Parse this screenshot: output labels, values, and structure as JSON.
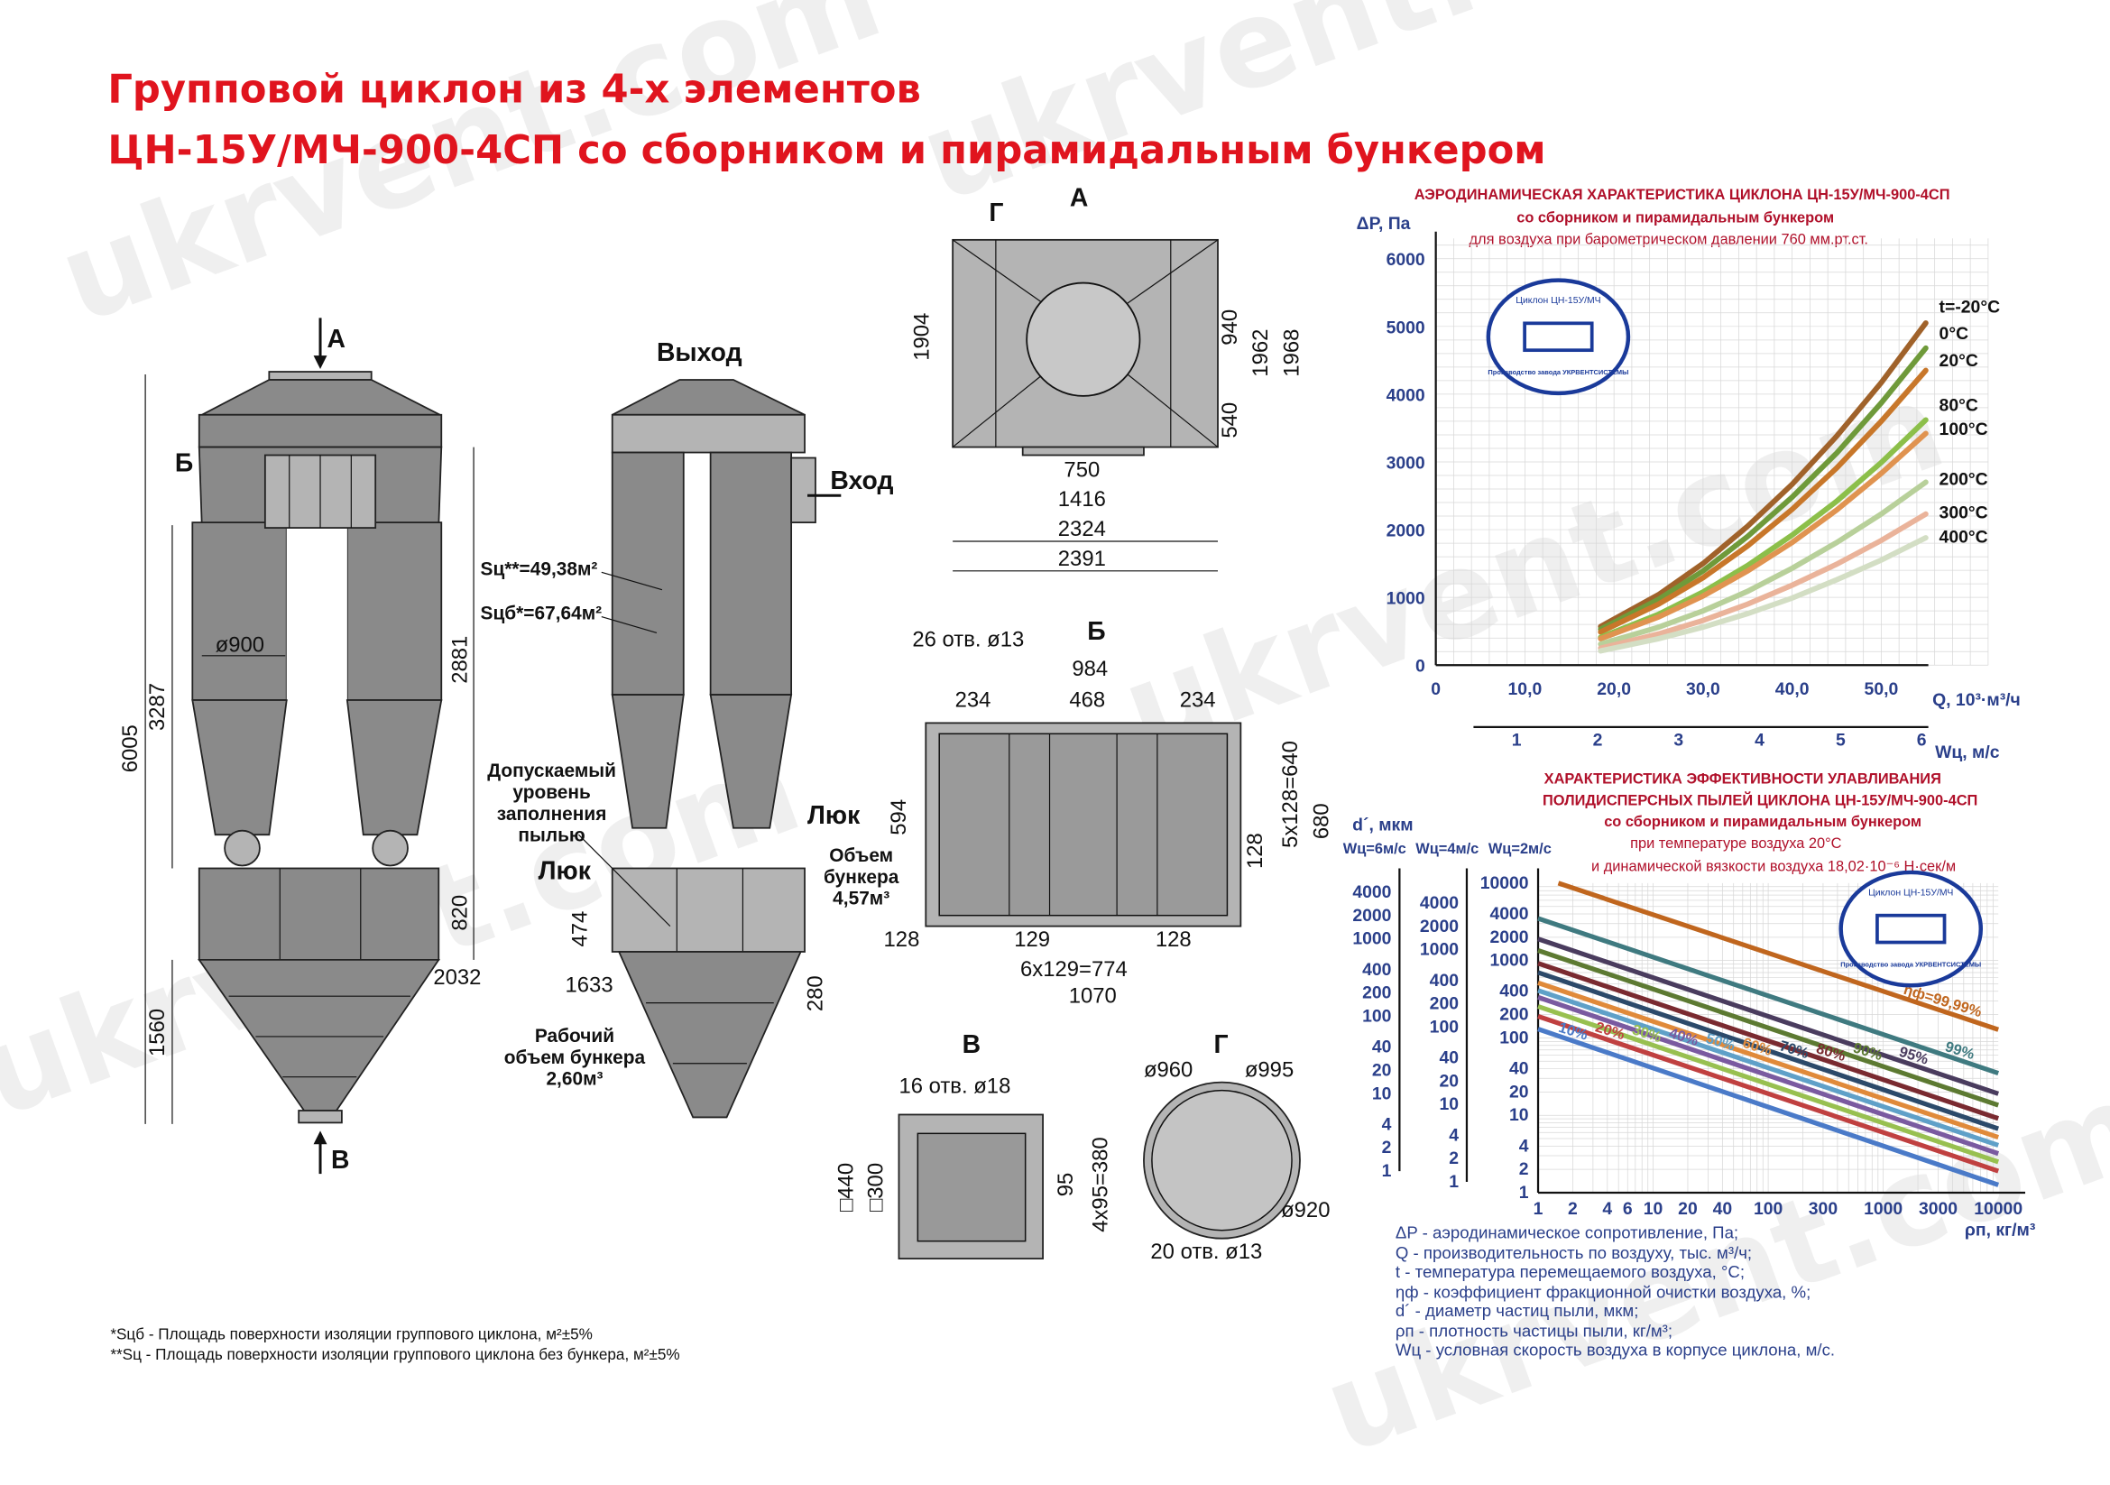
{
  "title": {
    "line1": "Групповой циклон из 4-х элементов",
    "line2": "ЦН-15У/МЧ-900-4СП со сборником и пирамидальным бункером"
  },
  "front_view": {
    "arrow_top": "А",
    "flange_mark": "Б",
    "diameter": "ø900",
    "h_total": "6005",
    "h_body": "3287",
    "h_cyl": "2881",
    "h_bunker": "820",
    "w_bunker": "2032",
    "h_pyramid": "1560",
    "arrow_bottom": "В"
  },
  "side_view": {
    "outlet": "Выход",
    "inlet": "Вход",
    "s_c": "Sц**=49,38м²",
    "s_cb": "Sцб*=67,64м²",
    "dust_level": [
      "Допускаемый",
      "уровень",
      "заполнения",
      "пылью"
    ],
    "hatch_right": "Люк",
    "hatch_left": "Люк",
    "bunker_volume": [
      "Объем",
      "бункера",
      "4,57м³"
    ],
    "h_level": "474",
    "w_pyramid": "1633",
    "h_280": "280",
    "work_volume": [
      "Рабочий",
      "объем бункера",
      "2,60м³"
    ]
  },
  "view_a": {
    "label": "А",
    "section": "Г",
    "dims": {
      "d1904": "1904",
      "d940": "940",
      "d1962": "1962",
      "d1968": "1968",
      "d540": "540",
      "d750": "750",
      "d1416": "1416",
      "d2324": "2324",
      "d2391": "2391"
    }
  },
  "view_b": {
    "label": "Б",
    "holes": "26 отв. ø13",
    "dims": {
      "d984": "984",
      "d234a": "234",
      "d468": "468",
      "d234b": "234",
      "d594": "594",
      "d640": "5x128=640",
      "d680": "680",
      "d128v": "128",
      "d128a": "128",
      "d129": "129",
      "d128b": "128",
      "d774": "6x129=774",
      "d1070": "1070"
    }
  },
  "view_v": {
    "label": "В",
    "holes": "16 отв. ø18",
    "dims": {
      "d440": "□440",
      "d300": "□300",
      "d95": "95",
      "d380": "4x95=380"
    }
  },
  "view_g": {
    "label": "Г",
    "d960": "ø960",
    "d995": "ø995",
    "d920": "ø920",
    "holes": "20 отв. ø13"
  },
  "footnotes": [
    "*Sцб - Площадь поверхности изоляции группового циклона, м²±5%",
    "**Sц - Площадь поверхности изоляции группового циклона без бункера, м²±5%"
  ],
  "legend": [
    "ΔP - аэродинамическое сопротивление, Па;",
    "Q - производительность по воздуху, тыс. м³/ч;",
    "t - температура перемещаемого воздуха, °С;",
    "ηф - коэффициент фракционной очистки воздуха, %;",
    "d´ - диаметр частиц пыли, мкм;",
    "ρп - плотность частицы пыли, кг/м³;",
    "Wц - условная скорость воздуха в корпусе циклона, м/с."
  ],
  "stamp": {
    "top": "Циклон ЦН-15У/МЧ",
    "bottom": "Производство завода УКРВЕНТСИСТЕМЫ"
  },
  "watermark": "ukrvent.com",
  "chart_data": [
    {
      "type": "line",
      "title": "АЭРОДИНАМИЧЕСКАЯ  ХАРАКТЕРИСТИКА  ЦИКЛОНА ЦН-15У/МЧ-900-4СП",
      "subtitle": "со сборником и пирамидальным бункером",
      "note": "для воздуха при барометрическом давлении 760 мм.рт.ст.",
      "xlabel": "Q, 10³·м³/ч",
      "ylabel": "ΔP, Па",
      "x2label": "Wц, м/с",
      "xlim": [
        0,
        55
      ],
      "ylim": [
        0,
        6000
      ],
      "xticks": [
        "0",
        "10,0",
        "20,0",
        "30,0",
        "40,0",
        "50,0"
      ],
      "yticks": [
        "0",
        "1000",
        "2000",
        "3000",
        "4000",
        "5000",
        "6000"
      ],
      "x2ticks": [
        "1",
        "2",
        "3",
        "4",
        "5",
        "6"
      ],
      "grid": true,
      "x": [
        18.5,
        25,
        30,
        35,
        40,
        45,
        50,
        55
      ],
      "series": [
        {
          "name": "t=-20°С",
          "color": "#a0622a",
          "values": [
            570,
            1040,
            1500,
            2050,
            2670,
            3380,
            4170,
            5050
          ]
        },
        {
          "name": "0°С",
          "color": "#6f9a3a",
          "values": [
            530,
            970,
            1390,
            1900,
            2480,
            3130,
            3870,
            4680
          ]
        },
        {
          "name": "20°С",
          "color": "#c8772a",
          "values": [
            490,
            900,
            1290,
            1760,
            2300,
            2910,
            3600,
            4350
          ]
        },
        {
          "name": "80°С",
          "color": "#8cbf4a",
          "values": [
            410,
            750,
            1080,
            1470,
            1920,
            2420,
            2990,
            3620
          ]
        },
        {
          "name": "100°С",
          "color": "#e09350",
          "values": [
            390,
            710,
            1020,
            1390,
            1810,
            2290,
            2830,
            3420
          ]
        },
        {
          "name": "200°С",
          "color": "#b8d09a",
          "values": [
            310,
            560,
            800,
            1090,
            1430,
            1810,
            2230,
            2700
          ]
        },
        {
          "name": "300°С",
          "color": "#eab39a",
          "values": [
            250,
            460,
            660,
            900,
            1180,
            1490,
            1840,
            2230
          ]
        },
        {
          "name": "400°С",
          "color": "#d3dec4",
          "values": [
            210,
            390,
            560,
            760,
            990,
            1260,
            1550,
            1880
          ]
        }
      ]
    },
    {
      "type": "line",
      "title": [
        "ХАРАКТЕРИСТИКА  ЭФФЕКТИВНОСТИ УЛАВЛИВАНИЯ",
        "ПОЛИДИСПЕРСНЫХ ПЫЛЕЙ ЦИКЛОНА ЦН-15У/МЧ-900-4СП"
      ],
      "subtitle": "со сборником и пирамидальным бункером",
      "note": [
        "при температуре воздуха 20°С",
        "и динамической вязкости воздуха  18,02·10⁻⁶ Н·сек/м"
      ],
      "xlabel": "ρп, кг/м³",
      "ylabel": "d´, мкм",
      "xscale": "log",
      "yscale": "log",
      "xlim": [
        1,
        10000
      ],
      "ylim": [
        1,
        10000
      ],
      "xticks": [
        "1",
        "2",
        "4",
        "6",
        "10",
        "20",
        "40",
        "100",
        "300",
        "1000",
        "3000",
        "10000"
      ],
      "y_axes": [
        {
          "label": "Wц=6м/с",
          "ticks": [
            "4000",
            "2000",
            "1000",
            "400",
            "200",
            "100",
            "40",
            "20",
            "10",
            "4",
            "2",
            "1"
          ]
        },
        {
          "label": "Wц=4м/с",
          "ticks": [
            "4000",
            "2000",
            "1000",
            "400",
            "200",
            "100",
            "40",
            "20",
            "10",
            "4",
            "2",
            "1"
          ]
        },
        {
          "label": "Wц=2м/с",
          "ticks": [
            "10000",
            "4000",
            "2000",
            "1000",
            "400",
            "200",
            "100",
            "40",
            "20",
            "10",
            "4",
            "2",
            "1"
          ]
        }
      ],
      "grid": true,
      "series": [
        {
          "name": "ηф=99,99%",
          "color": "#c0661e",
          "x": [
            1.5,
            10000
          ],
          "values": [
            10000,
            128
          ]
        },
        {
          "name": "99%",
          "color": "#3f7a80",
          "x": [
            1,
            10000
          ],
          "values": [
            3500,
            35
          ]
        },
        {
          "name": "95%",
          "color": "#4a3c5e",
          "x": [
            1,
            10000
          ],
          "values": [
            1900,
            19
          ]
        },
        {
          "name": "90%",
          "color": "#5d7a32",
          "x": [
            1,
            10000
          ],
          "values": [
            1350,
            13.5
          ]
        },
        {
          "name": "80%",
          "color": "#7a2a30",
          "x": [
            1,
            10000
          ],
          "values": [
            920,
            9.1
          ]
        },
        {
          "name": "70%",
          "color": "#2c4a6a",
          "x": [
            1,
            10000
          ],
          "values": [
            700,
            6.7
          ]
        },
        {
          "name": "60%",
          "color": "#e08a3a",
          "x": [
            1,
            10000
          ],
          "values": [
            515,
            5.2
          ]
        },
        {
          "name": "50%",
          "color": "#5fa0c8",
          "x": [
            1,
            10000
          ],
          "values": [
            410,
            4.1
          ]
        },
        {
          "name": "40%",
          "color": "#7a5aa0",
          "x": [
            1,
            10000
          ],
          "values": [
            335,
            3.2
          ]
        },
        {
          "name": "30%",
          "color": "#98c050",
          "x": [
            1,
            10000
          ],
          "values": [
            255,
            2.5
          ]
        },
        {
          "name": "20%",
          "color": "#c04040",
          "x": [
            1,
            10000
          ],
          "values": [
            190,
            1.9
          ]
        },
        {
          "name": "10%",
          "color": "#4a7ac8",
          "x": [
            1,
            10000
          ],
          "values": [
            130,
            1.26
          ]
        }
      ]
    }
  ]
}
